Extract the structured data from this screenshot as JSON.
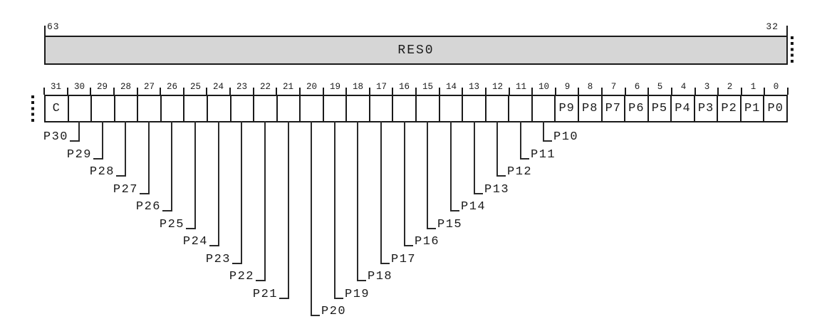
{
  "diagram": {
    "type": "register-bitfield",
    "upper_register": {
      "high_bit": "63",
      "low_bit": "32",
      "field_label": "RES0"
    },
    "lower_register": {
      "cells": [
        {
          "bit": "31",
          "label": "C"
        },
        {
          "bit": "30",
          "label": ""
        },
        {
          "bit": "29",
          "label": ""
        },
        {
          "bit": "28",
          "label": ""
        },
        {
          "bit": "27",
          "label": ""
        },
        {
          "bit": "26",
          "label": ""
        },
        {
          "bit": "25",
          "label": ""
        },
        {
          "bit": "24",
          "label": ""
        },
        {
          "bit": "23",
          "label": ""
        },
        {
          "bit": "22",
          "label": ""
        },
        {
          "bit": "21",
          "label": ""
        },
        {
          "bit": "20",
          "label": ""
        },
        {
          "bit": "19",
          "label": ""
        },
        {
          "bit": "18",
          "label": ""
        },
        {
          "bit": "17",
          "label": ""
        },
        {
          "bit": "16",
          "label": ""
        },
        {
          "bit": "15",
          "label": ""
        },
        {
          "bit": "14",
          "label": ""
        },
        {
          "bit": "13",
          "label": ""
        },
        {
          "bit": "12",
          "label": ""
        },
        {
          "bit": "11",
          "label": ""
        },
        {
          "bit": "10",
          "label": ""
        },
        {
          "bit": "9",
          "label": "P9"
        },
        {
          "bit": "8",
          "label": "P8"
        },
        {
          "bit": "7",
          "label": "P7"
        },
        {
          "bit": "6",
          "label": "P6"
        },
        {
          "bit": "5",
          "label": "P5"
        },
        {
          "bit": "4",
          "label": "P4"
        },
        {
          "bit": "3",
          "label": "P3"
        },
        {
          "bit": "2",
          "label": "P2"
        },
        {
          "bit": "1",
          "label": "P1"
        },
        {
          "bit": "0",
          "label": "P0"
        }
      ],
      "callouts": [
        {
          "bit": 30,
          "label": "P30",
          "side": "left"
        },
        {
          "bit": 29,
          "label": "P29",
          "side": "left"
        },
        {
          "bit": 28,
          "label": "P28",
          "side": "left"
        },
        {
          "bit": 27,
          "label": "P27",
          "side": "left"
        },
        {
          "bit": 26,
          "label": "P26",
          "side": "left"
        },
        {
          "bit": 25,
          "label": "P25",
          "side": "left"
        },
        {
          "bit": 24,
          "label": "P24",
          "side": "left"
        },
        {
          "bit": 23,
          "label": "P23",
          "side": "left"
        },
        {
          "bit": 22,
          "label": "P22",
          "side": "left"
        },
        {
          "bit": 21,
          "label": "P21",
          "side": "left"
        },
        {
          "bit": 20,
          "label": "P20",
          "side": "right"
        },
        {
          "bit": 19,
          "label": "P19",
          "side": "right"
        },
        {
          "bit": 18,
          "label": "P18",
          "side": "right"
        },
        {
          "bit": 17,
          "label": "P17",
          "side": "right"
        },
        {
          "bit": 16,
          "label": "P16",
          "side": "right"
        },
        {
          "bit": 15,
          "label": "P15",
          "side": "right"
        },
        {
          "bit": 14,
          "label": "P14",
          "side": "right"
        },
        {
          "bit": 13,
          "label": "P13",
          "side": "right"
        },
        {
          "bit": 12,
          "label": "P12",
          "side": "right"
        },
        {
          "bit": 11,
          "label": "P11",
          "side": "right"
        },
        {
          "bit": 10,
          "label": "P10",
          "side": "right"
        }
      ]
    },
    "colors": {
      "line": "#1a1a1a",
      "field_fill": "#d6d6d6",
      "background": "#ffffff"
    }
  }
}
